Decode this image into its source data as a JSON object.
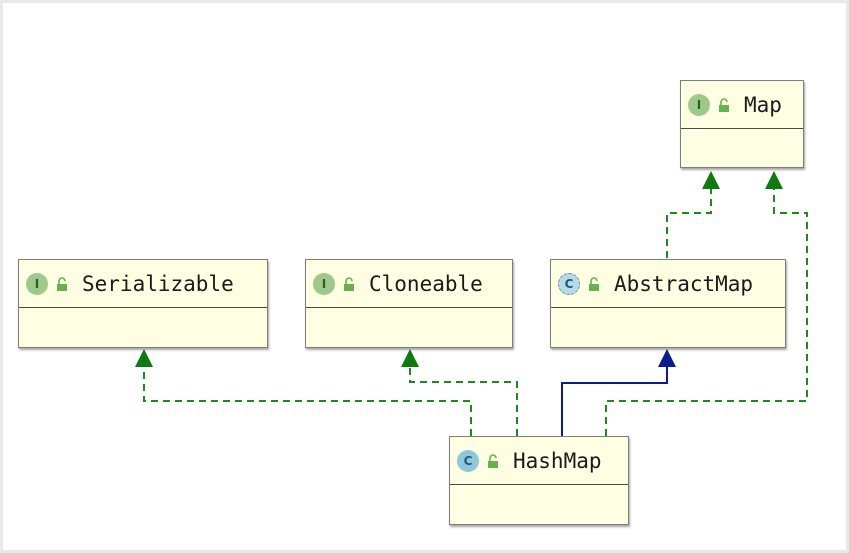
{
  "diagram": {
    "nodes": [
      {
        "id": "map",
        "name": "Map",
        "kind": "interface",
        "badge": "I"
      },
      {
        "id": "serializable",
        "name": "Serializable",
        "kind": "interface",
        "badge": "I"
      },
      {
        "id": "cloneable",
        "name": "Cloneable",
        "kind": "interface",
        "badge": "I"
      },
      {
        "id": "abstractmap",
        "name": "AbstractMap",
        "kind": "abstract-class",
        "badge": "C"
      },
      {
        "id": "hashmap",
        "name": "HashMap",
        "kind": "class",
        "badge": "C"
      }
    ],
    "edges": [
      {
        "from": "hashmap",
        "to": "serializable",
        "type": "implements"
      },
      {
        "from": "hashmap",
        "to": "cloneable",
        "type": "implements"
      },
      {
        "from": "hashmap",
        "to": "abstractmap",
        "type": "extends"
      },
      {
        "from": "hashmap",
        "to": "map",
        "type": "implements"
      },
      {
        "from": "abstractmap",
        "to": "map",
        "type": "implements"
      }
    ],
    "colors": {
      "implements": "#1e8a1e",
      "extends": "#0b1c8c",
      "node_fill": "#fefee3",
      "interface_badge": "#9ec98a",
      "class_badge": "#8fc7d8",
      "lock_icon": "#6ab04c"
    }
  }
}
